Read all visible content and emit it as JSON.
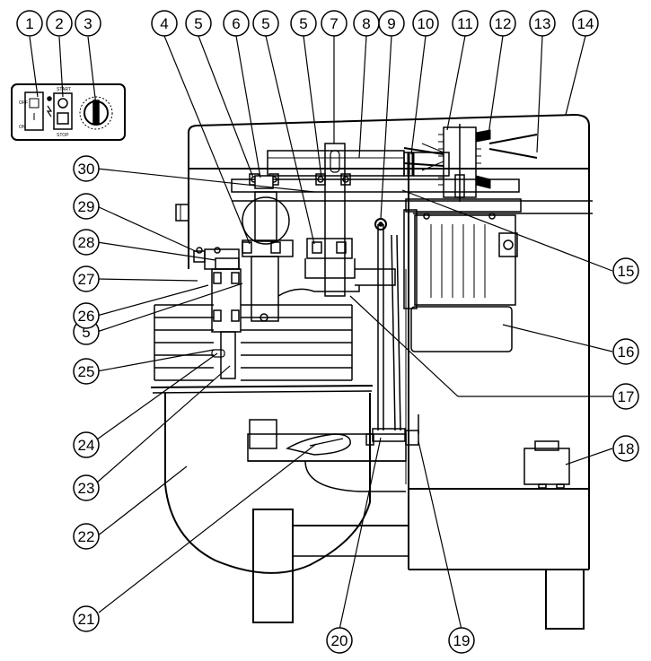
{
  "diagram": {
    "callouts": [
      {
        "id": "c1",
        "label": "1"
      },
      {
        "id": "c2",
        "label": "2"
      },
      {
        "id": "c3",
        "label": "3"
      },
      {
        "id": "c4",
        "label": "4"
      },
      {
        "id": "c5a",
        "label": "5"
      },
      {
        "id": "c6",
        "label": "6"
      },
      {
        "id": "c5b",
        "label": "5"
      },
      {
        "id": "c5c",
        "label": "5"
      },
      {
        "id": "c7",
        "label": "7"
      },
      {
        "id": "c8",
        "label": "8"
      },
      {
        "id": "c9",
        "label": "9"
      },
      {
        "id": "c10",
        "label": "10"
      },
      {
        "id": "c11",
        "label": "11"
      },
      {
        "id": "c12",
        "label": "12"
      },
      {
        "id": "c13",
        "label": "13"
      },
      {
        "id": "c14",
        "label": "14"
      },
      {
        "id": "c15",
        "label": "15"
      },
      {
        "id": "c16",
        "label": "16"
      },
      {
        "id": "c17",
        "label": "17"
      },
      {
        "id": "c18",
        "label": "18"
      },
      {
        "id": "c19",
        "label": "19"
      },
      {
        "id": "c20",
        "label": "20"
      },
      {
        "id": "c21",
        "label": "21"
      },
      {
        "id": "c22",
        "label": "22"
      },
      {
        "id": "c23",
        "label": "23"
      },
      {
        "id": "c24",
        "label": "24"
      },
      {
        "id": "c25",
        "label": "25"
      },
      {
        "id": "c5d",
        "label": "5"
      },
      {
        "id": "c26",
        "label": "26"
      },
      {
        "id": "c27",
        "label": "27"
      },
      {
        "id": "c28",
        "label": "28"
      },
      {
        "id": "c29",
        "label": "29"
      },
      {
        "id": "c30",
        "label": "30"
      }
    ],
    "panel_labels": {
      "off": "OFF",
      "on": "ON",
      "start": "START",
      "stop": "STOP"
    },
    "colors": {
      "line": "#000000",
      "background": "#ffffff"
    }
  }
}
